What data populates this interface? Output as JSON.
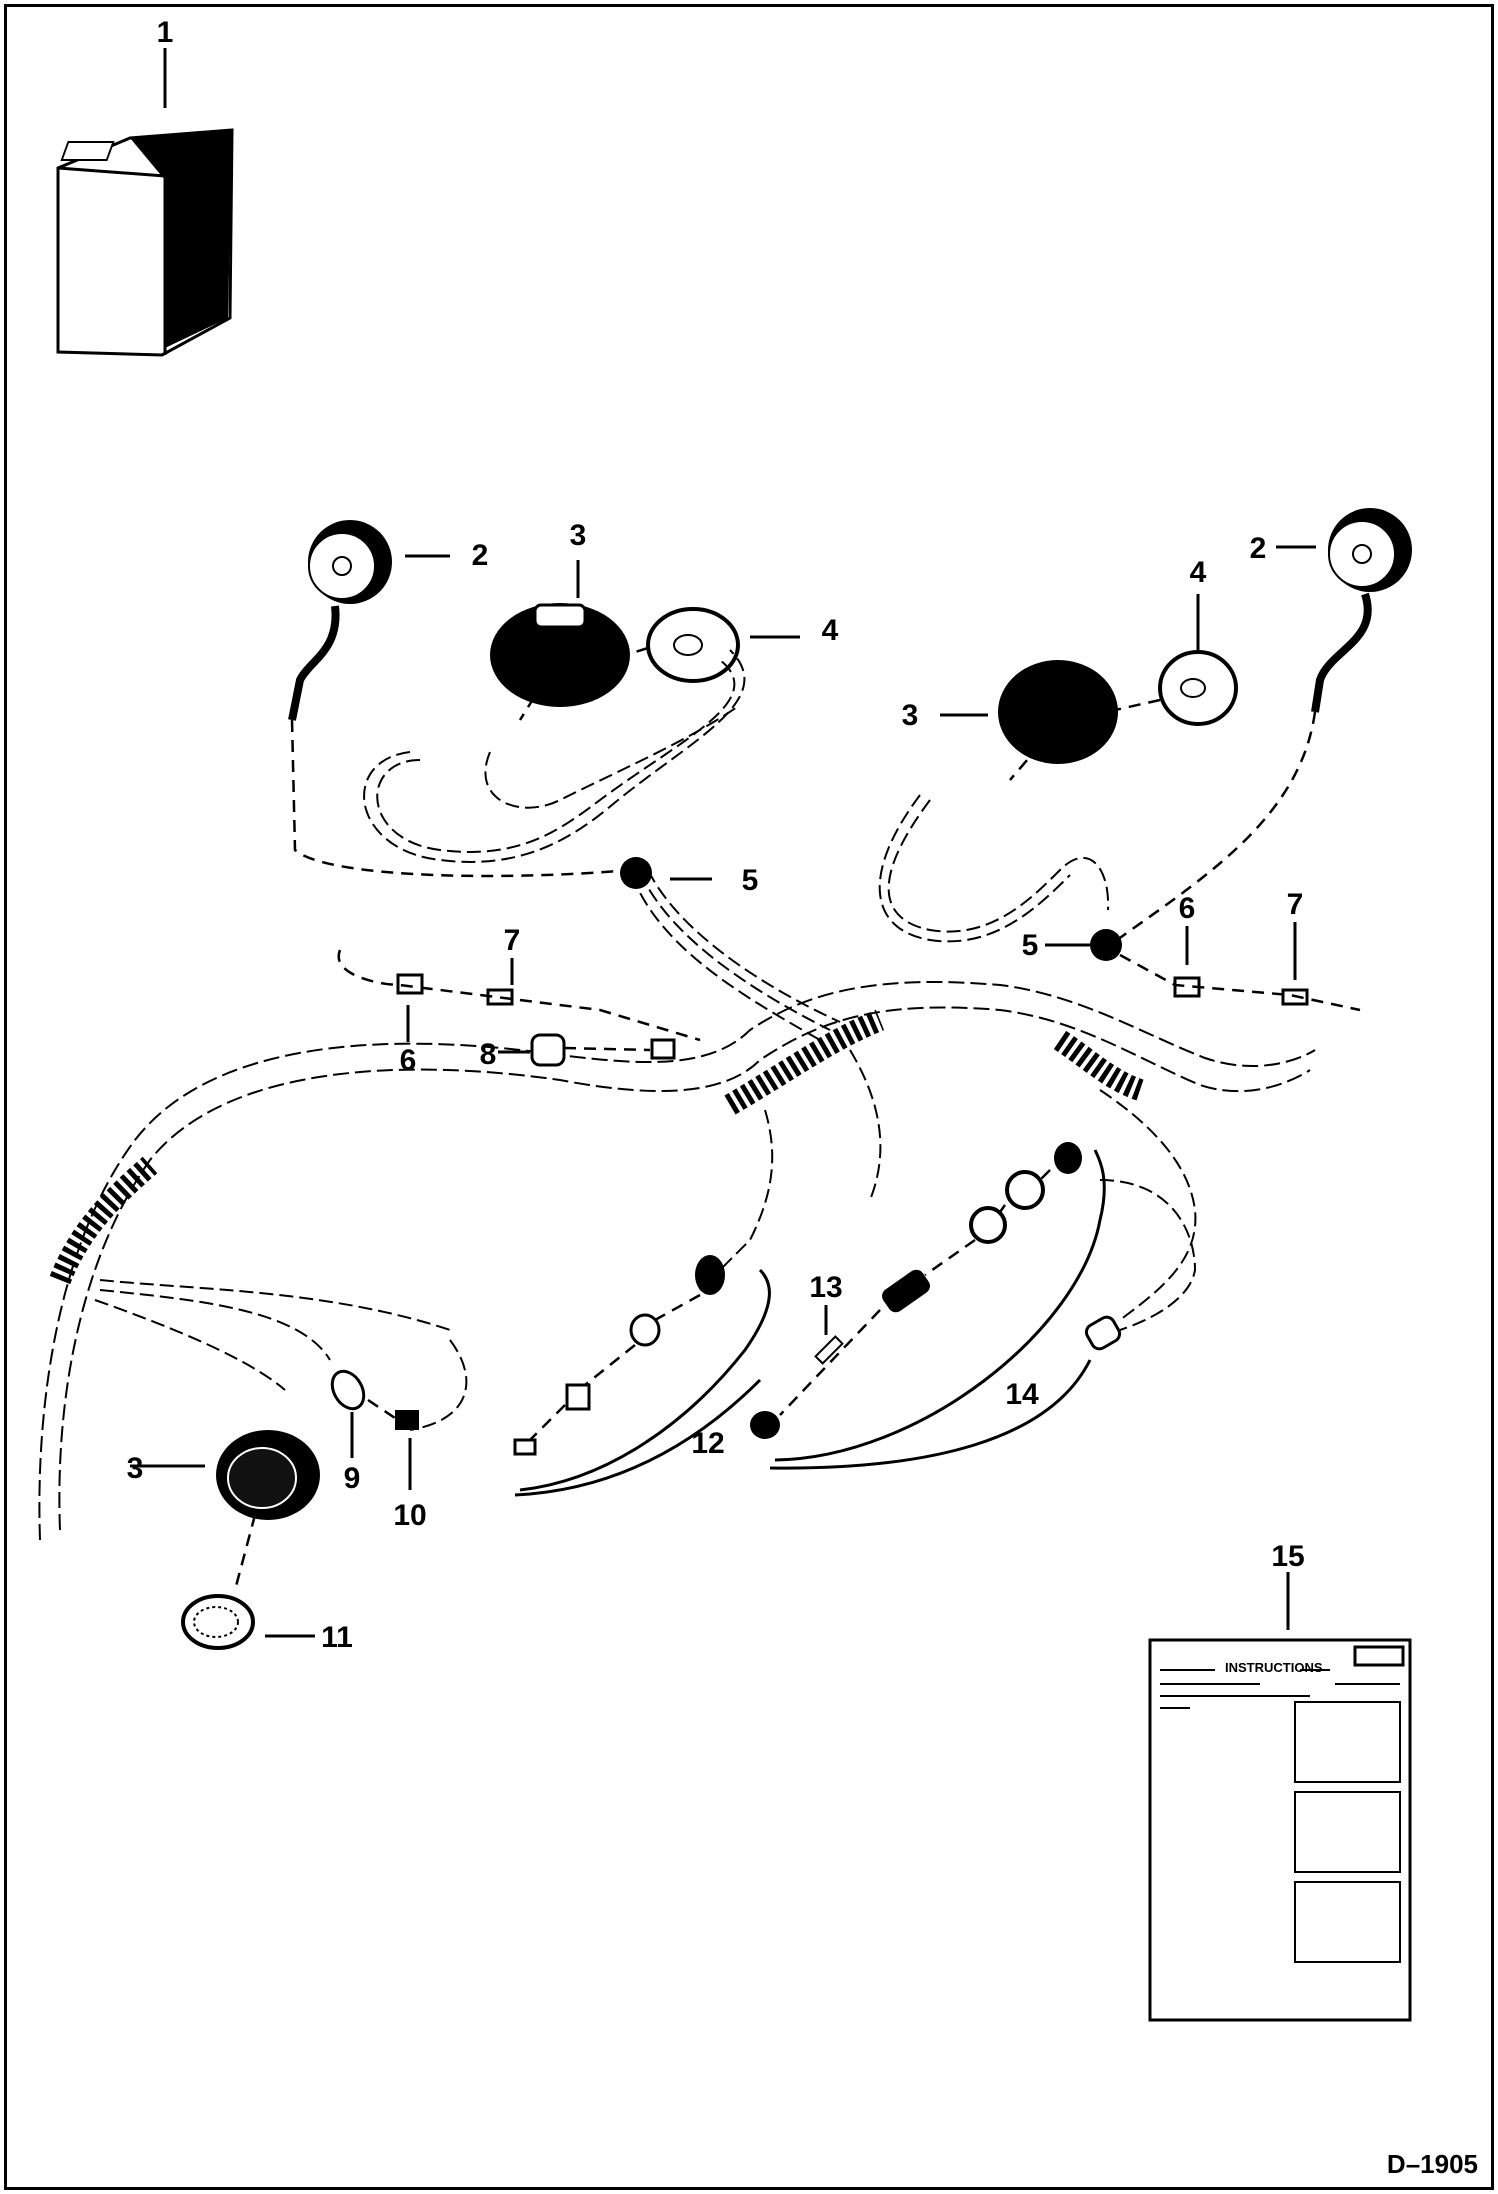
{
  "figure": {
    "drawing_number": "D–1905"
  },
  "callouts": [
    {
      "label": "1",
      "part": "battery"
    },
    {
      "label": "2",
      "part": "horn"
    },
    {
      "label": "2",
      "part": "horn"
    },
    {
      "label": "3",
      "part": "light-housing"
    },
    {
      "label": "3",
      "part": "light-housing"
    },
    {
      "label": "3",
      "part": "light-housing"
    },
    {
      "label": "4",
      "part": "lens"
    },
    {
      "label": "4",
      "part": "lens"
    },
    {
      "label": "5",
      "part": "grommet"
    },
    {
      "label": "5",
      "part": "grommet"
    },
    {
      "label": "6",
      "part": "connector"
    },
    {
      "label": "6",
      "part": "connector"
    },
    {
      "label": "7",
      "part": "terminal"
    },
    {
      "label": "7",
      "part": "terminal"
    },
    {
      "label": "8",
      "part": "clamp"
    },
    {
      "label": "9",
      "part": "bulb"
    },
    {
      "label": "10",
      "part": "socket"
    },
    {
      "label": "11",
      "part": "lens"
    },
    {
      "label": "12",
      "part": "switch-assembly"
    },
    {
      "label": "13",
      "part": "pin"
    },
    {
      "label": "14",
      "part": "switch-assembly"
    },
    {
      "label": "15",
      "part": "instructions-sheet"
    }
  ],
  "instructions_sheet": {
    "title": "INSTRUCTIONS"
  }
}
